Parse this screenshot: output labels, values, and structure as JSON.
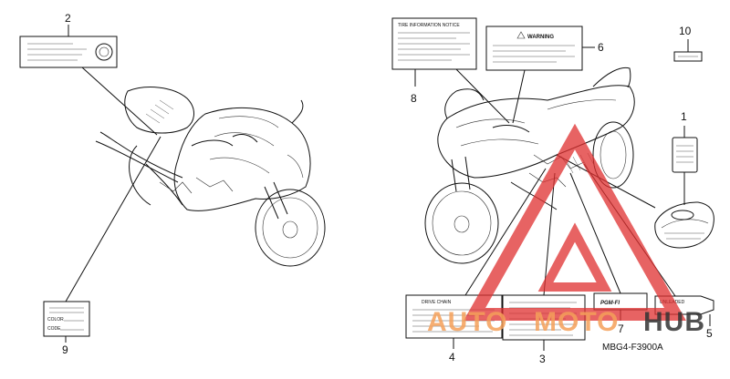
{
  "callouts": {
    "c1": "1",
    "c2": "2",
    "c3": "3",
    "c4": "4",
    "c5": "5",
    "c6": "6",
    "c7": "7",
    "c8": "8",
    "c9": "9",
    "c10": "10"
  },
  "labels": {
    "warning_header": "WARNING",
    "label8_header": "TIRE INFORMATION NOTICE",
    "label4_header": "DRIVE CHAIN",
    "label7_brand": "PGM-FI",
    "label5_text": "UNLEADED",
    "label9_line1": "COLOR",
    "label9_line2": "CODE"
  },
  "part_code": "MBG4-F3900A",
  "watermark": {
    "prefix": "AUTO",
    "middle": "MOTO",
    "suffix": "HUB",
    "color_red": "#e03030",
    "color_orange": "#f5a05a",
    "color_dark": "#333333"
  }
}
